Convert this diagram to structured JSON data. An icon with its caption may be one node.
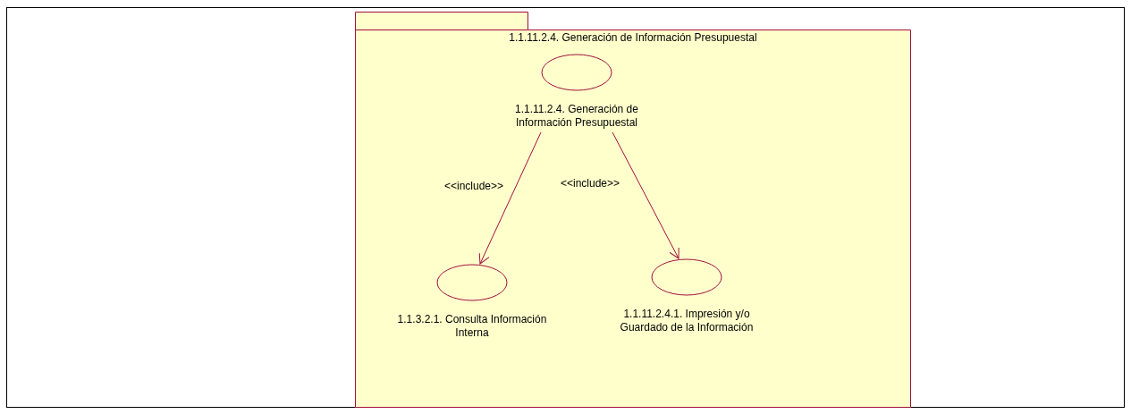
{
  "diagram": {
    "nodes": [
      {
        "text": [
          "1.1.11.2.4. Generación de Información Presupuestal"
        ]
      },
      {
        "text": [
          "1.1.11.2.4. Generación de Información Presupuestal"
        ],
        "in": 0
      },
      {
        "text": [
          "1.1.3.2.1. Consulta Información Interna"
        ],
        "in": 0
      },
      {
        "text": [
          "1.1.11.2.4.1. Impresión y/o Guardado de la Información"
        ],
        "in": 0
      }
    ],
    "edges": [
      {
        "from": 1,
        "to": 2,
        "arrow": "to",
        "label": "<<include>>"
      },
      {
        "from": 1,
        "to": 3,
        "arrow": "to",
        "label": "<<include>>"
      }
    ]
  }
}
